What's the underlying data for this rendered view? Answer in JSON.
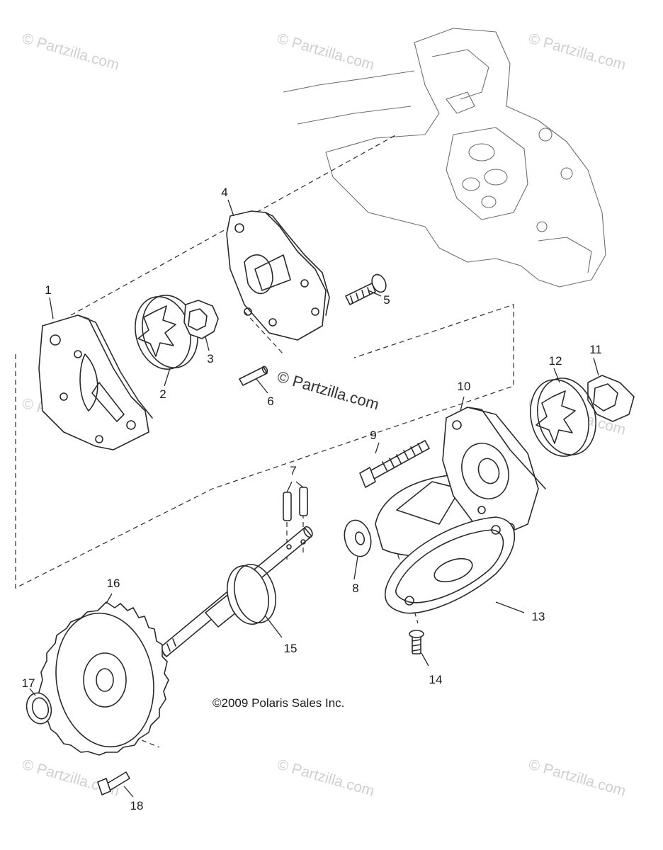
{
  "watermark": "© Partzilla.com",
  "copyright": "©2009 Polaris Sales Inc.",
  "callouts": [
    "1",
    "2",
    "3",
    "4",
    "5",
    "6",
    "7",
    "8",
    "9",
    "10",
    "11",
    "12",
    "13",
    "14",
    "15",
    "16",
    "17",
    "18"
  ]
}
